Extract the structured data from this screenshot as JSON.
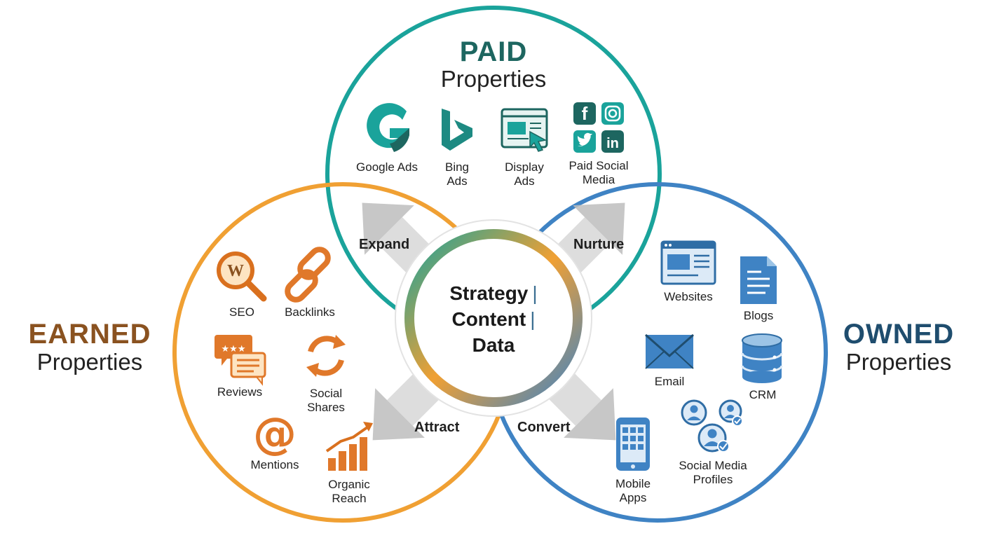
{
  "paid": {
    "title": "PAID",
    "subtitle": "Properties",
    "items": [
      {
        "label": "Google Ads",
        "icon": "google-icon"
      },
      {
        "label": "Bing\nAds",
        "icon": "bing-icon"
      },
      {
        "label": "Display\nAds",
        "icon": "display-ads-icon"
      },
      {
        "label": "Paid Social\nMedia",
        "icon": "social-media-grid-icon"
      }
    ]
  },
  "earned": {
    "title": "EARNED",
    "subtitle": "Properties",
    "items": [
      {
        "label": "SEO",
        "icon": "seo-magnifier-icon"
      },
      {
        "label": "Backlinks",
        "icon": "chain-link-icon"
      },
      {
        "label": "Reviews",
        "icon": "reviews-icon"
      },
      {
        "label": "Social\nShares",
        "icon": "share-cycle-icon"
      },
      {
        "label": "Mentions",
        "icon": "at-sign-icon"
      },
      {
        "label": "Organic\nReach",
        "icon": "growth-chart-icon"
      }
    ]
  },
  "owned": {
    "title": "OWNED",
    "subtitle": "Properties",
    "items": [
      {
        "label": "Websites",
        "icon": "website-icon"
      },
      {
        "label": "Blogs",
        "icon": "document-icon"
      },
      {
        "label": "Email",
        "icon": "envelope-icon"
      },
      {
        "label": "CRM",
        "icon": "database-icon"
      },
      {
        "label": "Mobile\nApps",
        "icon": "mobile-phone-icon"
      },
      {
        "label": "Social Media\nProfiles",
        "icon": "user-profiles-icon"
      }
    ]
  },
  "flows": {
    "expand": "Expand",
    "nurture": "Nurture",
    "attract": "Attract",
    "convert": "Convert"
  },
  "core": {
    "line1": "Strategy",
    "line2": "Content",
    "line3": "Data",
    "separator": "|"
  },
  "colors": {
    "paid": "#1aa39b",
    "paid_title": "#1d6660",
    "earned": "#f0a033",
    "earned_title": "#8a5220",
    "owned": "#3f83c4",
    "owned_title": "#1f4d6e",
    "arrow": "#b9b9b9"
  }
}
